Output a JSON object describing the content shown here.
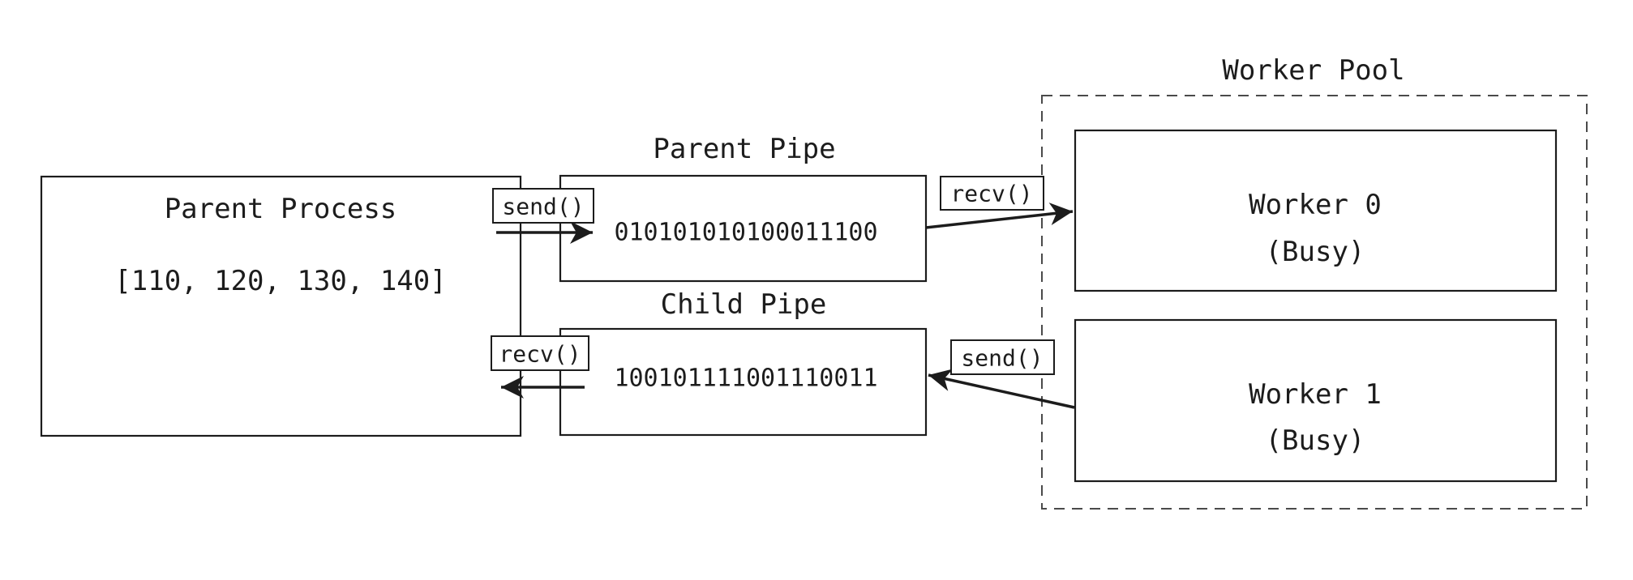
{
  "colors": {
    "ink": "#1c1c1c",
    "dash": "#4a4a4a",
    "bg": "#ffffff"
  },
  "diagram": {
    "parent_process": {
      "title": "Parent Process",
      "payload": "[110, 120, 130, 140]"
    },
    "parent_pipe": {
      "label": "Parent Pipe",
      "binary": "010101010100011100"
    },
    "child_pipe": {
      "label": "Child Pipe",
      "binary": "100101111001110011"
    },
    "worker_pool": {
      "label": "Worker Pool",
      "workers": [
        {
          "name": "Worker 0",
          "status": "(Busy)"
        },
        {
          "name": "Worker 1",
          "status": "(Busy)"
        }
      ]
    },
    "ipc_calls": {
      "parent_send": "send()",
      "parent_recv": "recv()",
      "worker0_recv": "recv()",
      "worker1_send": "send()"
    }
  }
}
